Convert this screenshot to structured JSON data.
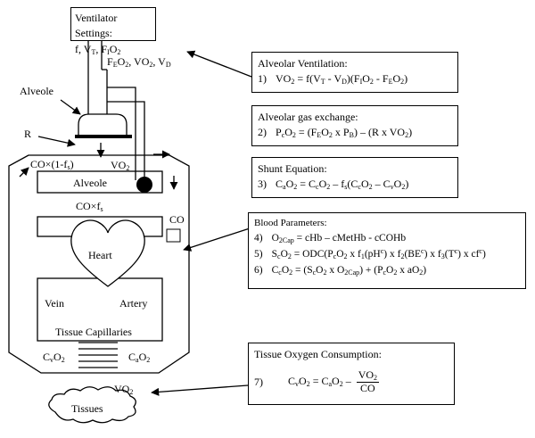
{
  "ventilator": {
    "title": "Ventilator Settings:",
    "params_html": "f, V<sub>T</sub>, F<sub>I</sub>O<sub>2</sub>"
  },
  "outputs_html": "F<sub>E</sub>O<sub>2</sub>, VO<sub>2</sub>, V<sub>D</sub>",
  "labels": {
    "alveole_top": "Alveole",
    "r": "R",
    "co_1_fs_html": "CO×(1-f<sub>s</sub>)",
    "vo2_html": "VO<sub>2</sub>",
    "alveole_inner": "Alveole",
    "co_fs_html": "CO×f<sub>s</sub>",
    "co": "CO",
    "heart": "Heart",
    "vein": "Vein",
    "artery": "Artery",
    "tissue_capillaries": "Tissue Capillaries",
    "cvo2_html": "C<sub>v</sub>O<sub>2</sub>",
    "cao2_html": "C<sub>a</sub>O<sub>2</sub>",
    "vo2_bottom_html": "VO<sub>2</sub>",
    "tissues": "Tissues"
  },
  "boxes": {
    "alveolar_ventilation": {
      "title": "Alveolar Ventilation:",
      "equations": [
        {
          "num": "1)",
          "html": "VO<sub>2</sub> = f(V<sub>T</sub> - V<sub>D</sub>)(F<sub>I</sub>O<sub>2</sub> - F<sub>E</sub>O<sub>2</sub>)"
        }
      ]
    },
    "gas_exchange": {
      "title": "Alveolar gas exchange:",
      "equations": [
        {
          "num": "2)",
          "html": "P<sub>c</sub>O<sub>2</sub> = (F<sub>E</sub>O<sub>2</sub> x P<sub>B</sub>) – (R x VO<sub>2</sub>)"
        }
      ]
    },
    "shunt": {
      "title": "Shunt Equation:",
      "equations": [
        {
          "num": "3)",
          "html": "C<sub>a</sub>O<sub>2</sub> = C<sub>c</sub>O<sub>2</sub> – f<sub>s</sub>(C<sub>c</sub>O<sub>2</sub> – C<sub>v</sub>O<sub>2</sub>)"
        }
      ]
    },
    "blood": {
      "title": "Blood Parameters:",
      "equations": [
        {
          "num": "4)",
          "html": "O<sub>2Cap</sub> = cHb – cMetHb - cCOHb"
        },
        {
          "num": "5)",
          "html": "S<sub>c</sub>O<sub>2</sub> = ODC(P<sub>c</sub>O<sub>2</sub> x f<sub>1</sub>(pH<sup>c</sup>) x f<sub>2</sub>(BE<sup>c</sup>) x f<sub>3</sub>(T<sup>c</sup>) x cf<sup>c</sup>)"
        },
        {
          "num": "6)",
          "html": "C<sub>c</sub>O<sub>2</sub> = (S<sub>c</sub>O<sub>2</sub> x O<sub>2Cap</sub>) + (P<sub>c</sub>O<sub>2</sub> x aO<sub>2</sub>)"
        }
      ]
    },
    "tissue_o2": {
      "title": "Tissue Oxygen Consumption:",
      "equation": {
        "num": "7)",
        "lhs_html": "C<sub>v</sub>O<sub>2</sub> = C<sub>a</sub>O<sub>2</sub> –",
        "num_html": "VO<sub>2</sub>",
        "den_html": "CO"
      }
    }
  }
}
